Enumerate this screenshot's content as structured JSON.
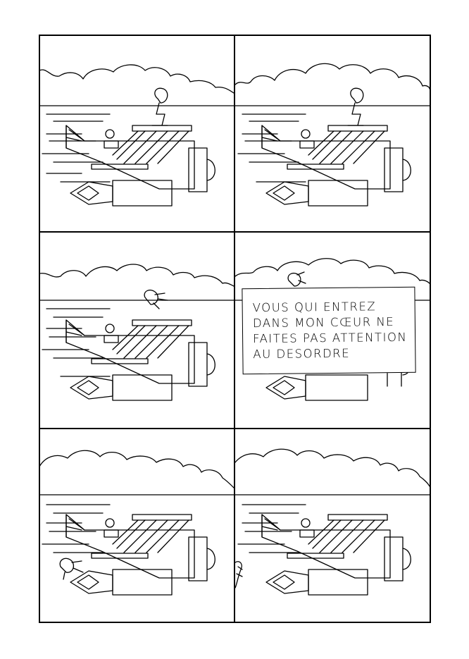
{
  "comic": {
    "panels": [
      {
        "id": "p1",
        "speech": []
      },
      {
        "id": "p2",
        "speech": []
      },
      {
        "id": "p3",
        "speech": []
      },
      {
        "id": "p4",
        "speech": [
          "VOUS QUI ENTREZ",
          "DANS MON CŒUR NE",
          "FAITES PAS ATTENTION",
          "AU DESORDRE"
        ]
      },
      {
        "id": "p5",
        "speech": []
      },
      {
        "id": "p6",
        "speech": []
      }
    ]
  },
  "colors": {
    "ink": "#000000",
    "paper": "#ffffff"
  }
}
